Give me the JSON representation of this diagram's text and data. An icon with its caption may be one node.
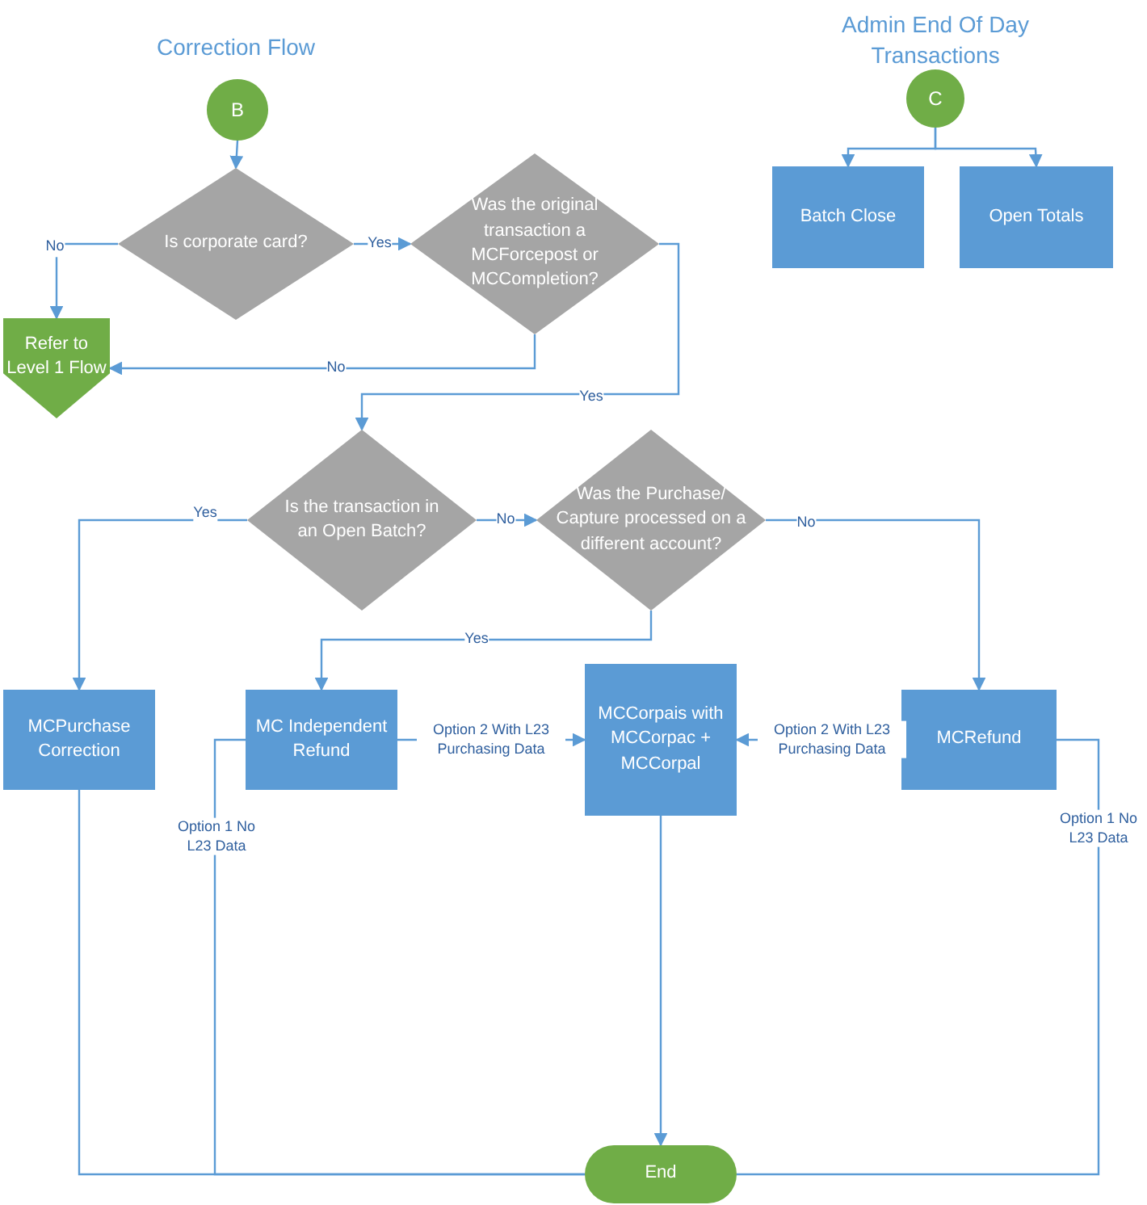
{
  "diagram": {
    "nodes": [
      {
        "text": [
          "B"
        ]
      },
      {
        "text": [
          "Is corporate card?"
        ]
      },
      {
        "text": [
          "Was the original transaction a MCForcepost or MCCompletion?"
        ]
      },
      {
        "text": [
          "Refer to Level 1 Flow"
        ]
      },
      {
        "text": [
          "Is the transaction in an Open Batch?"
        ]
      },
      {
        "text": [
          "Was the Purchase/ Capture processed on a different account?"
        ]
      },
      {
        "text": [
          "MCPurchase Correction"
        ]
      },
      {
        "text": [
          "MC Independent Refund"
        ]
      },
      {
        "text": [
          "MCCorpais with MCCorpac + MCCorpal"
        ]
      },
      {
        "text": [
          "MCRefund"
        ]
      },
      {
        "text": [
          "End"
        ]
      },
      {
        "text": [
          "C"
        ]
      },
      {
        "text": [
          "Batch Close"
        ]
      },
      {
        "text": [
          "Open Totals"
        ]
      }
    ],
    "edges": [
      {
        "from": 0,
        "to": 1,
        "arrow": "to"
      },
      {
        "from": 1,
        "to": 3,
        "arrow": "to",
        "label": "No"
      },
      {
        "from": 1,
        "to": 2,
        "arrow": "to",
        "label": "Yes"
      },
      {
        "from": 2,
        "to": 3,
        "arrow": "to",
        "label": "No"
      },
      {
        "from": 2,
        "to": 4,
        "arrow": "to",
        "label": "Yes"
      },
      {
        "from": 4,
        "to": 6,
        "arrow": "to",
        "label": "Yes"
      },
      {
        "from": 4,
        "to": 5,
        "arrow": "to",
        "label": "No"
      },
      {
        "from": 5,
        "to": 9,
        "arrow": "to",
        "label": "No"
      },
      {
        "from": 5,
        "to": 7,
        "arrow": "to",
        "label": "Yes"
      },
      {
        "from": 7,
        "to": 8,
        "arrow": "to",
        "label": "Option 2 With L23 Purchasing Data"
      },
      {
        "from": 9,
        "to": 8,
        "arrow": "to",
        "label": "Option 2 With L23 Purchasing Data"
      },
      {
        "from": 8,
        "to": 10,
        "arrow": "to"
      },
      {
        "from": 6,
        "to": 10,
        "arrow": "none"
      },
      {
        "from": 7,
        "to": 10,
        "arrow": "none",
        "label": "Option 1 No L23 Data"
      },
      {
        "from": 9,
        "to": 10,
        "arrow": "none",
        "label": "Option 1 No L23 Data"
      },
      {
        "from": 11,
        "to": 12,
        "arrow": "to"
      },
      {
        "from": 11,
        "to": 13,
        "arrow": "to"
      }
    ],
    "labels": [
      "Correction Flow",
      "Admin End Of Day Transactions"
    ]
  }
}
